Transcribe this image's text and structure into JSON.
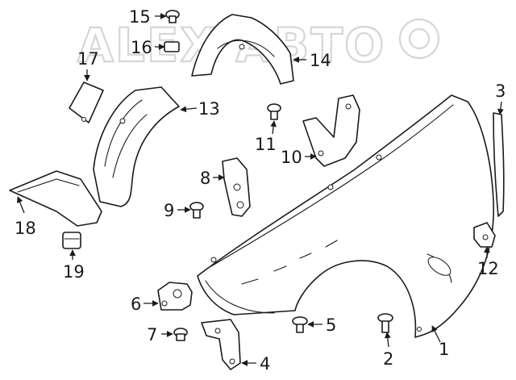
{
  "watermark": {
    "text": "ALEX ABTO",
    "color": "#d0d0d0"
  },
  "callouts": [
    "1",
    "2",
    "3",
    "4",
    "5",
    "6",
    "7",
    "8",
    "9",
    "10",
    "11",
    "12",
    "13",
    "14",
    "15",
    "16",
    "17",
    "18",
    "19"
  ],
  "colors": {
    "line": "#1a1a1a",
    "background": "#ffffff"
  }
}
